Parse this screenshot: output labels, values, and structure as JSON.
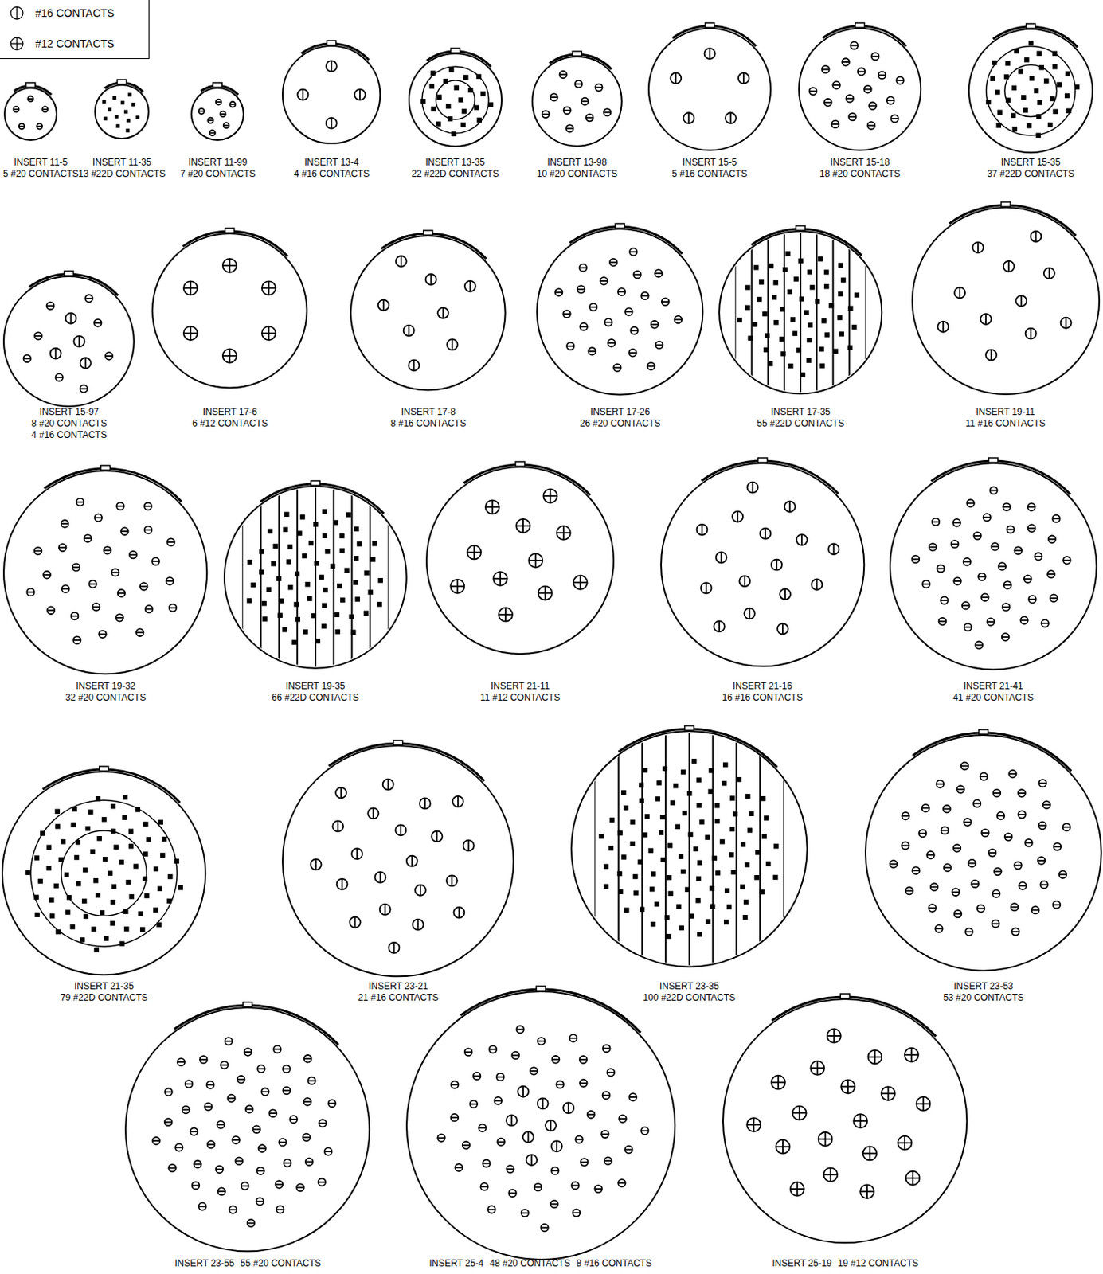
{
  "diagram": {
    "nodes": [
      {
        "text": [
          "INSERT 11-5",
          "5 #20 CONTACTS"
        ]
      },
      {
        "text": [
          "INSERT 11-35",
          "13 #22D CONTACTS"
        ]
      },
      {
        "text": [
          "INSERT 11-99",
          "7 #20 CONTACTS"
        ]
      },
      {
        "text": [
          "INSERT 13-4",
          "4 #16 CONTACTS"
        ]
      },
      {
        "text": [
          "INSERT 13-35",
          "22 #22D CONTACTS"
        ]
      },
      {
        "text": [
          "INSERT 13-98",
          "10 #20 CONTACTS"
        ]
      },
      {
        "text": [
          "INSERT 15-5",
          "5 #16 CONTACTS"
        ]
      },
      {
        "text": [
          "INSERT 15-18",
          "18 #20 CONTACTS"
        ]
      },
      {
        "text": [
          "INSERT 15-35",
          "37 #22D CONTACTS"
        ]
      },
      {
        "text": [
          "INSERT 15-97",
          "8 #20 CONTACTS",
          "4 #16 CONTACTS"
        ]
      },
      {
        "text": [
          "INSERT 17-6",
          "6 #12 CONTACTS"
        ]
      },
      {
        "text": [
          "INSERT 17-8",
          "8 #16 CONTACTS"
        ]
      },
      {
        "text": [
          "INSERT 17-26",
          "26 #20 CONTACTS"
        ]
      },
      {
        "text": [
          "INSERT 17-35",
          "55 #22D CONTACTS"
        ]
      },
      {
        "text": [
          "INSERT 19-11",
          "11 #16 CONTACTS"
        ]
      },
      {
        "text": [
          "INSERT 19-32",
          "32 #20 CONTACTS"
        ]
      },
      {
        "text": [
          "INSERT 19-35",
          "66 #22D CONTACTS"
        ]
      },
      {
        "text": [
          "INSERT 21-11",
          "11 #12 CONTACTS"
        ]
      },
      {
        "text": [
          "INSERT 21-16",
          "16 #16 CONTACTS"
        ]
      },
      {
        "text": [
          "INSERT 21-41",
          "41 #20 CONTACTS"
        ]
      },
      {
        "text": [
          "INSERT 21-35",
          "79 #22D CONTACTS"
        ]
      },
      {
        "text": [
          "INSERT 23-21",
          "21 #16 CONTACTS"
        ]
      },
      {
        "text": [
          "INSERT 23-35",
          "100 #22D CONTACTS"
        ]
      },
      {
        "text": [
          "INSERT 23-53",
          "53 #20 CONTACTS"
        ]
      },
      {
        "text": [
          "INSERT 23-55",
          "55 #20 CONTACTS"
        ]
      },
      {
        "text": [
          "INSERT 25-4",
          "48 #20 CONTACTS",
          "8 #16 CONTACTS"
        ]
      },
      {
        "text": [
          "INSERT 25-19",
          "19 #12 CONTACTS"
        ]
      }
    ],
    "legend": [
      {
        "text": "#16 CONTACTS"
      },
      {
        "text": "#12 CONTACTS"
      }
    ]
  }
}
